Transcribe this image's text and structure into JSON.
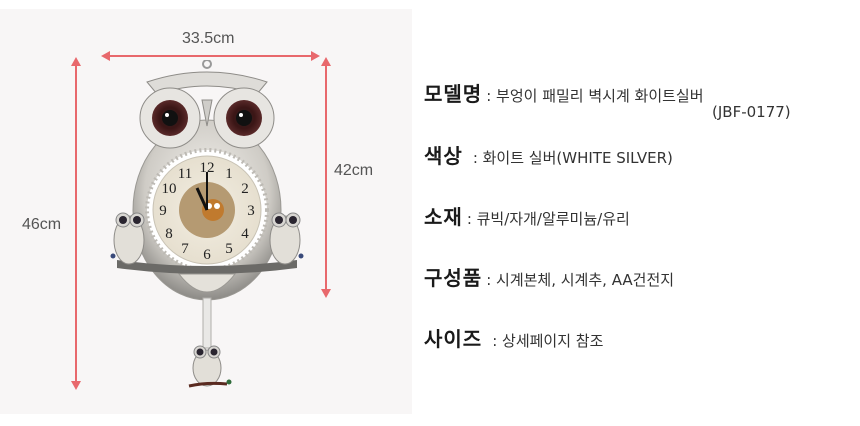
{
  "dimensions": {
    "width": "33.5cm",
    "total_height": "46cm",
    "body_height": "42cm",
    "arrow_color": "#e8686c"
  },
  "product_image": {
    "description": "Silver owl family pendulum wall clock",
    "clock_numbers": [
      "12",
      "1",
      "2",
      "3",
      "4",
      "5",
      "6",
      "7",
      "8",
      "9",
      "10",
      "11"
    ]
  },
  "specs": [
    {
      "label": "모델명",
      "value": ": 부엉이 패밀리 벽시계 화이트실버",
      "extra": "(JBF-0177)"
    },
    {
      "label": "색상",
      "value": ": 화이트 실버(WHITE SILVER)"
    },
    {
      "label": "소재",
      "value": ": 큐빅/자개/알루미늄/유리"
    },
    {
      "label": "구성품",
      "value": ": 시계본체, 시계추, AA건전지"
    },
    {
      "label": "사이즈",
      "value": ": 상세페이지 참조"
    }
  ]
}
